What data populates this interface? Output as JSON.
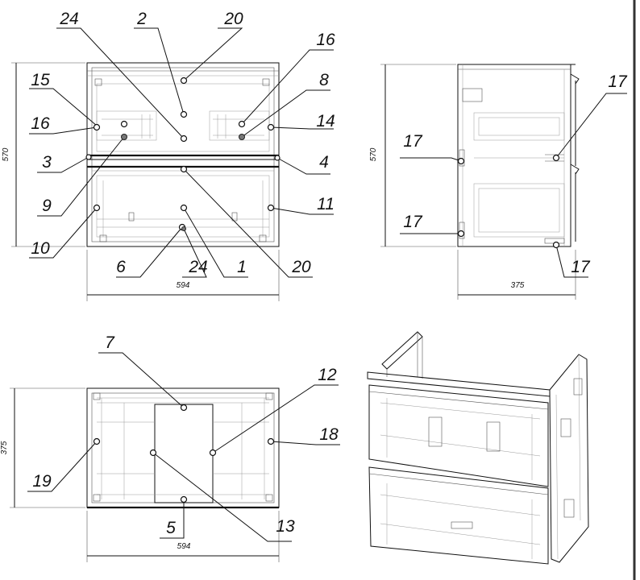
{
  "colors": {
    "ink": "#111111",
    "border": "#333333",
    "background": "#ffffff"
  },
  "views": {
    "front": {
      "callouts": [
        "24",
        "2",
        "20",
        "16",
        "8",
        "15",
        "16",
        "14",
        "3",
        "4",
        "9",
        "11",
        "10",
        "6",
        "24",
        "1",
        "20"
      ],
      "dim_width": "594",
      "dim_height": "570"
    },
    "side": {
      "callouts": [
        "17",
        "17",
        "17",
        "17"
      ],
      "dim_height": "570",
      "dim_depth": "375"
    },
    "top": {
      "callouts": [
        "7",
        "12",
        "18",
        "19",
        "5",
        "13"
      ],
      "dim_width": "594",
      "dim_depth": "375"
    }
  }
}
